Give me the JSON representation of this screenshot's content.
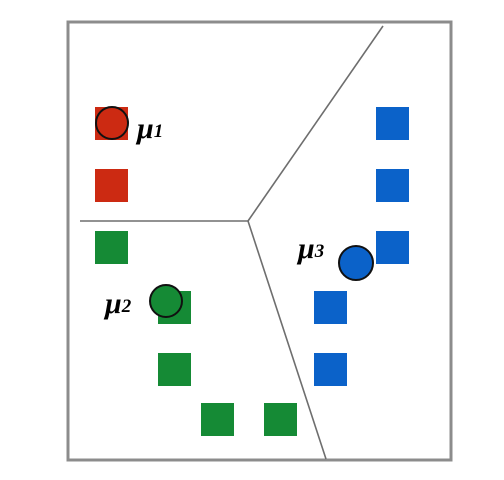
{
  "colors": {
    "red": "#cc2a12",
    "green": "#158a35",
    "blue": "#0b62c9",
    "frame": "#8c8c8c",
    "boundary": "#6e6e6e",
    "outline": "#111111"
  },
  "points": [
    {
      "cluster": "red"
    },
    {
      "cluster": "red"
    },
    {
      "cluster": "green"
    },
    {
      "cluster": "green"
    },
    {
      "cluster": "green"
    },
    {
      "cluster": "green"
    },
    {
      "cluster": "green"
    },
    {
      "cluster": "blue"
    },
    {
      "cluster": "blue"
    },
    {
      "cluster": "blue"
    },
    {
      "cluster": "blue"
    },
    {
      "cluster": "blue"
    }
  ],
  "centroids": [
    {
      "cluster": "red",
      "symbol": "μ",
      "subscript": "1"
    },
    {
      "cluster": "green",
      "symbol": "μ",
      "subscript": "2"
    },
    {
      "cluster": "blue",
      "symbol": "μ",
      "subscript": "3"
    }
  ]
}
